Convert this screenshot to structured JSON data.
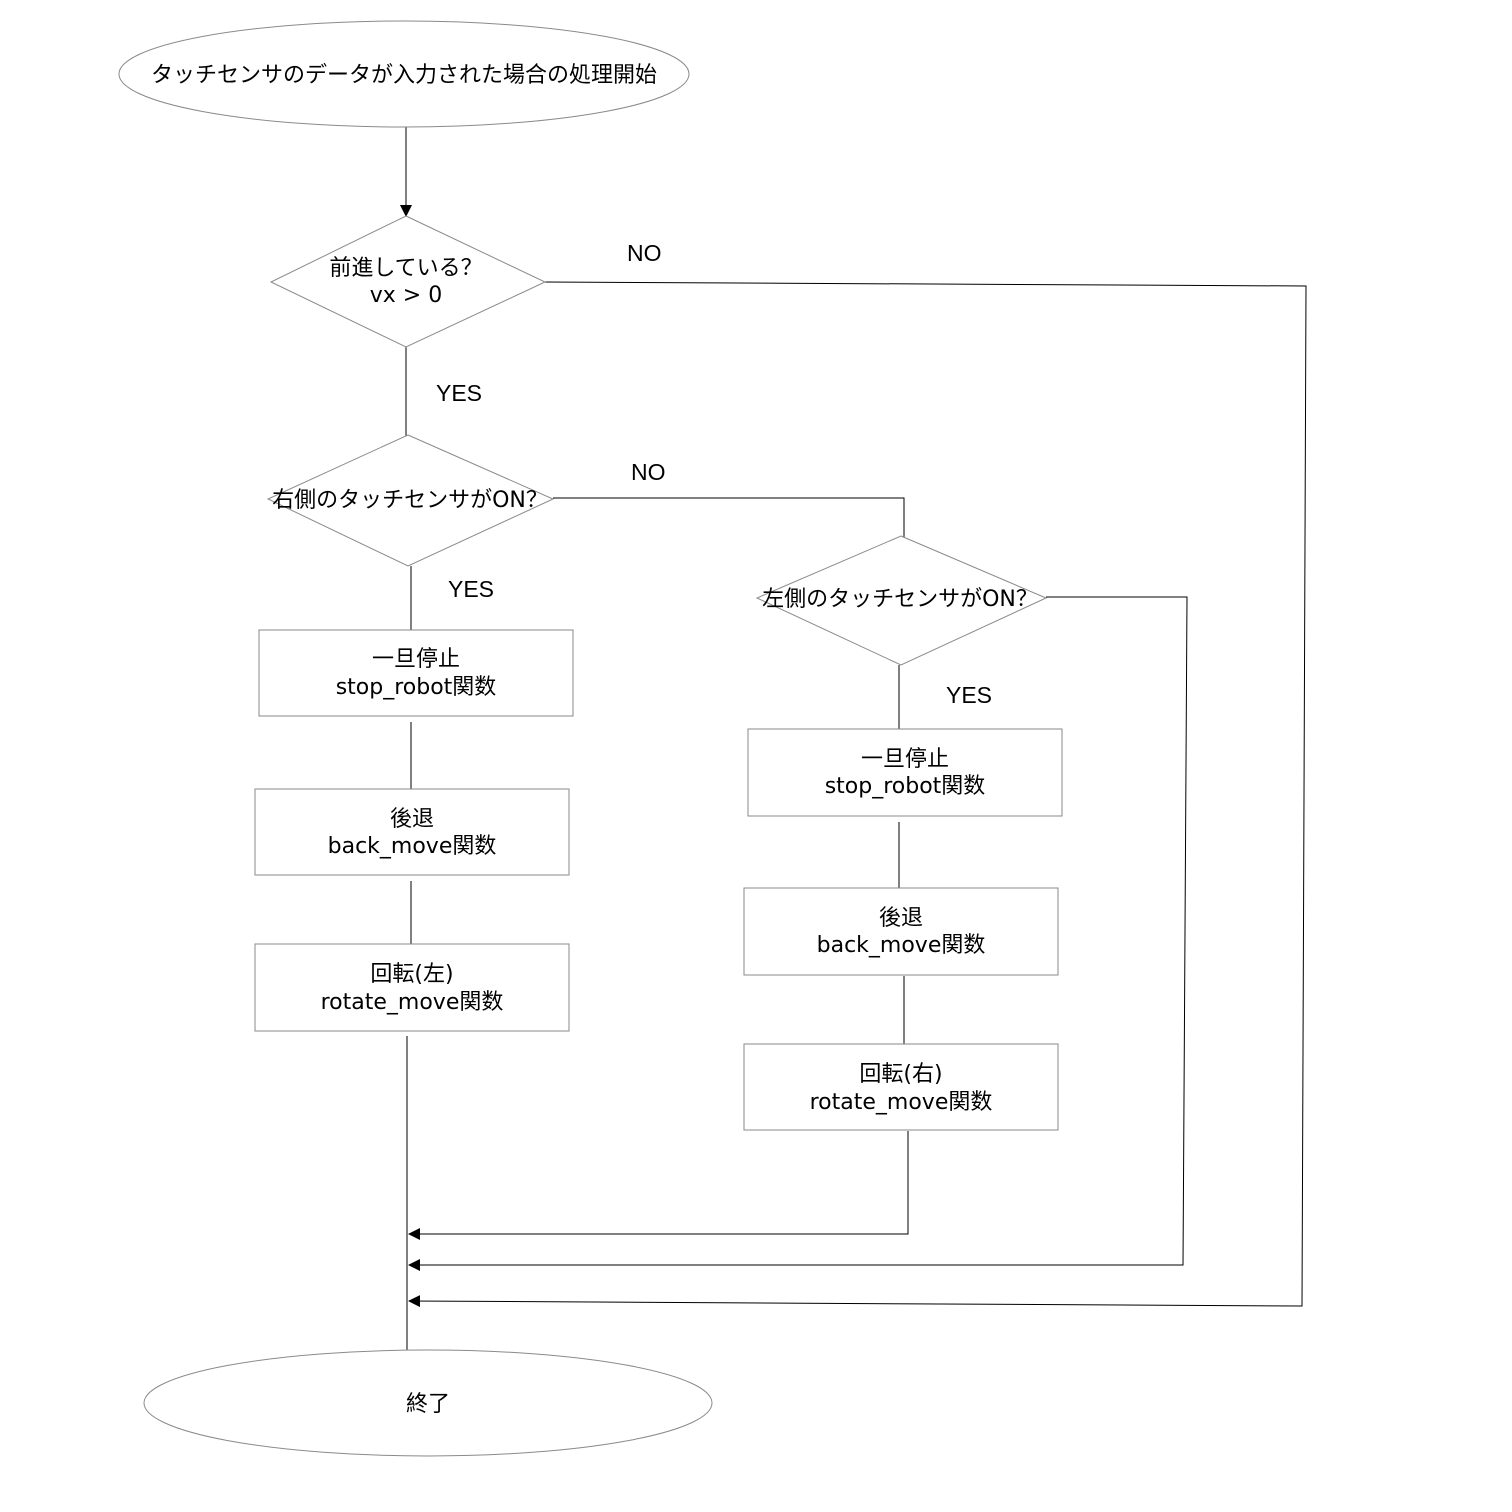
{
  "diagram": {
    "start": "タッチセンサのデータが入力された場合の処理開始",
    "decision_forward": {
      "line1": "前進している？",
      "line2": "vx > 0"
    },
    "decision_right": "右側のタッチセンサがON？",
    "decision_left": "左側のタッチセンサがON？",
    "right_branch": {
      "stop": {
        "line1": "一旦停止",
        "line2": "stop_robot関数"
      },
      "back": {
        "line1": "後退",
        "line2": "back_move関数"
      },
      "rotate": {
        "line1": "回転(左)",
        "line2": "rotate_move関数"
      }
    },
    "left_branch": {
      "stop": {
        "line1": "一旦停止",
        "line2": "stop_robot関数"
      },
      "back": {
        "line1": "後退",
        "line2": "back_move関数"
      },
      "rotate": {
        "line1": "回転(右)",
        "line2": "rotate_move関数"
      }
    },
    "end": "終了",
    "labels": {
      "yes": "YES",
      "no": "NO"
    }
  }
}
